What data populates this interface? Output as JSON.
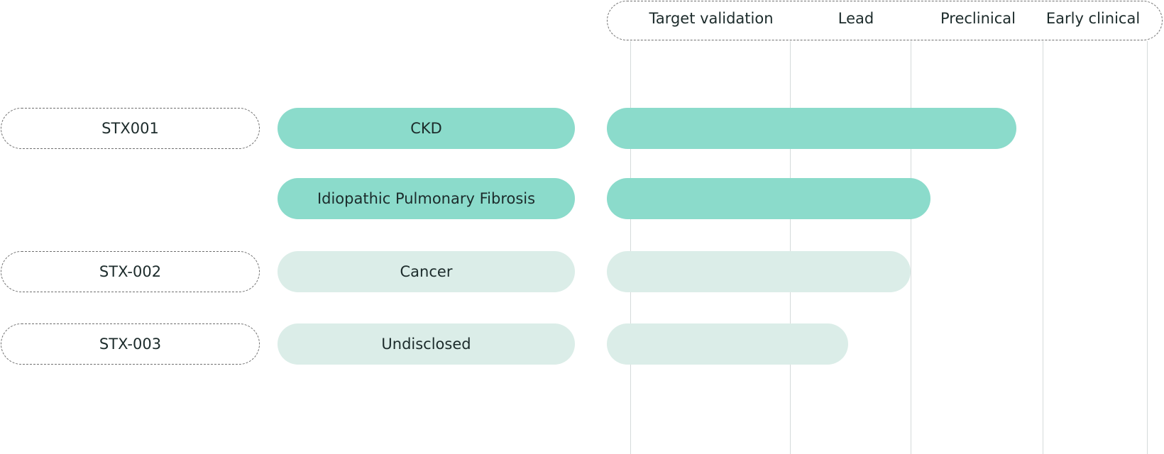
{
  "stages": [
    "Target validation",
    "Lead",
    "Preclinical",
    "Early clinical"
  ],
  "programs": [
    {
      "code": "STX001",
      "indication": "CKD",
      "stage_reached": 2.8,
      "status": "active"
    },
    {
      "code": "",
      "indication": "Idiopathic Pulmonary Fibrosis",
      "stage_reached": 2.15,
      "status": "active"
    },
    {
      "code": "STX-002",
      "indication": "Cancer",
      "stage_reached": 2.0,
      "status": "muted"
    },
    {
      "code": "STX-003",
      "indication": "Undisclosed",
      "stage_reached": 1.48,
      "status": "muted"
    }
  ],
  "colors": {
    "active": "#8bdbcb",
    "muted": "#dbede8",
    "grid": "#d5dada",
    "text": "#1c2b2b"
  },
  "chart_data": {
    "type": "bar",
    "orientation": "horizontal",
    "x_categories": [
      "Target validation",
      "Lead",
      "Preclinical",
      "Early clinical"
    ],
    "categories": [
      "CKD",
      "Idiopathic Pulmonary Fibrosis",
      "Cancer",
      "Undisclosed"
    ],
    "row_codes": [
      "STX001",
      "",
      "STX-002",
      "STX-003"
    ],
    "values": [
      2.8,
      2.15,
      2.0,
      1.48
    ],
    "xlim": [
      0,
      4
    ],
    "grid": true,
    "legend": "none"
  }
}
